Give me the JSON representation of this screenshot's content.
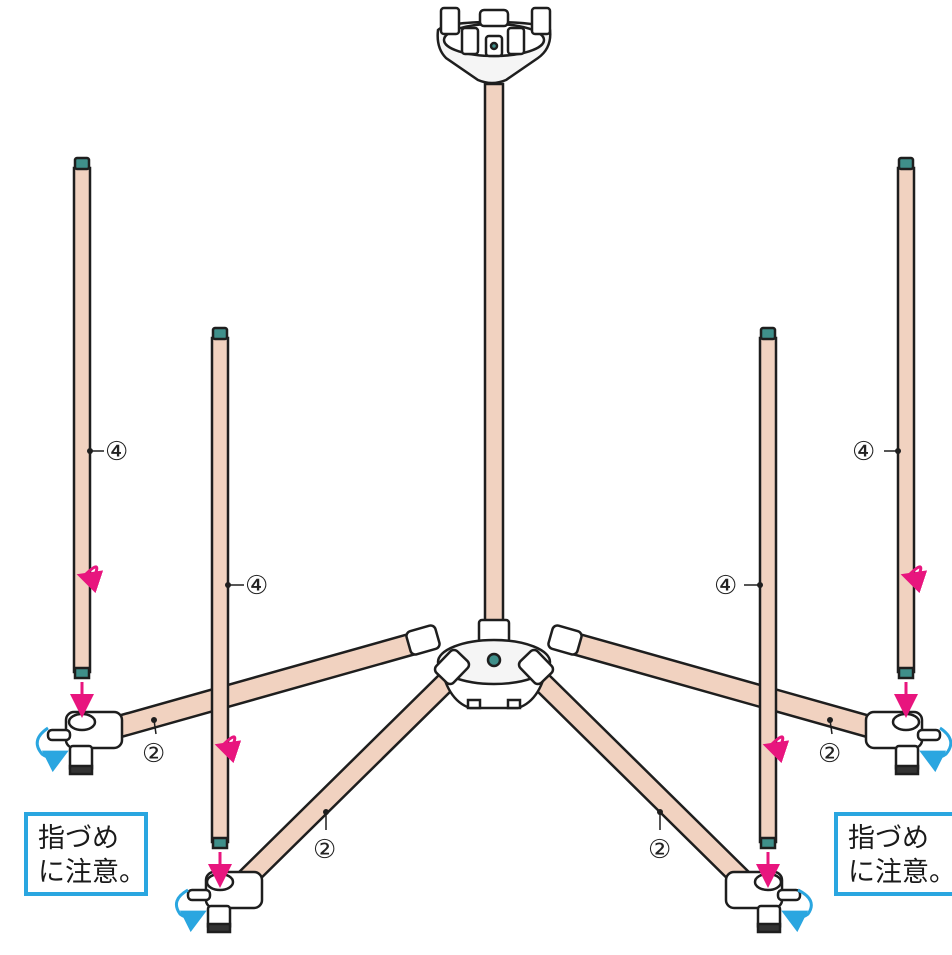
{
  "colors": {
    "tube_fill": "#f1d2c0",
    "outline": "#1e1e1e",
    "push_arrow": "#e8157e",
    "rotate_arrow": "#2aa6e0",
    "cap_teal": "#3f8f8a",
    "caution_border": "#2aa6e0"
  },
  "labels": {
    "pole_left_outer": "④",
    "pole_left_inner": "④",
    "pole_right_inner": "④",
    "pole_right_outer": "④",
    "leg_left_upper": "②",
    "leg_left_lower": "②",
    "leg_right_lower": "②",
    "leg_right_upper": "②"
  },
  "caution_left": {
    "line1": "指づめ",
    "line2": "に注意。"
  },
  "caution_right": {
    "line1": "指づめ",
    "line2": "に注意。"
  }
}
